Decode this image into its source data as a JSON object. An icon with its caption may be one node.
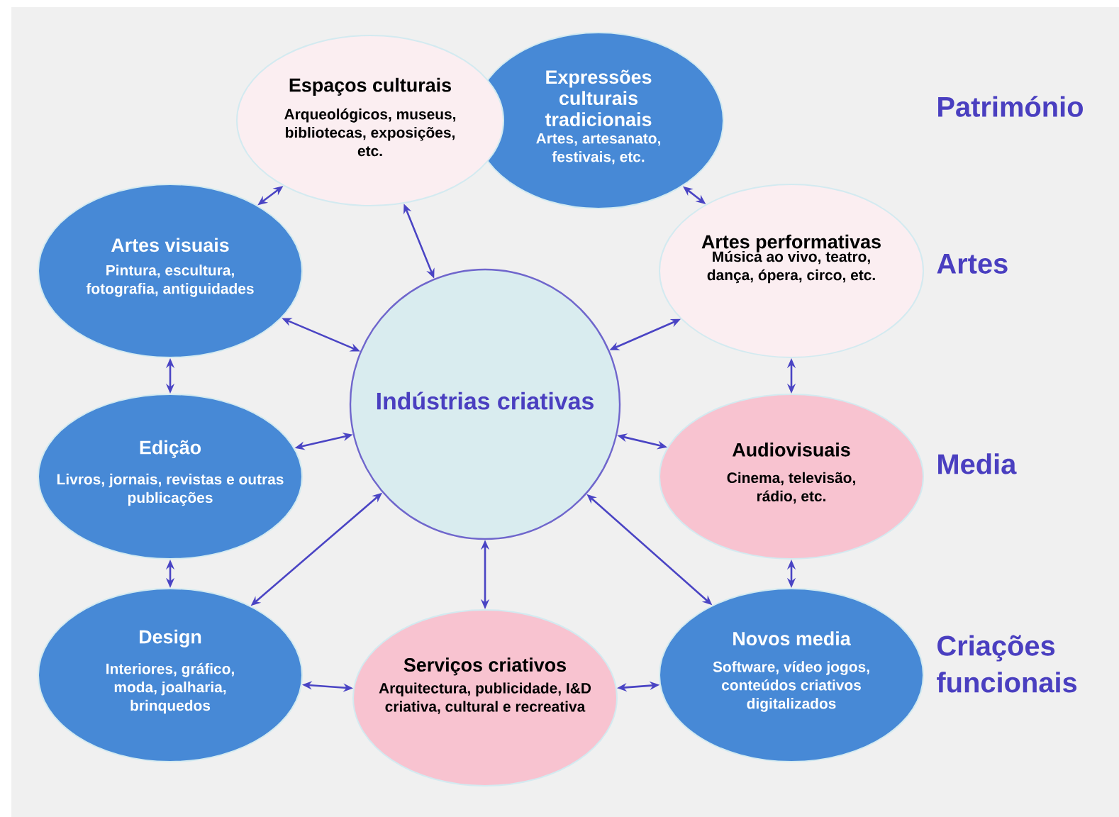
{
  "diagram": {
    "nodes": [
      {
        "text": [
          "Espaços culturais",
          "Arqueológicos, museus, bibliotecas, exposições, etc."
        ]
      },
      {
        "text": [
          "Expressões culturais tradicionais",
          "Artes, artesanato, festivais, etc."
        ]
      },
      {
        "text": [
          "Artes visuais",
          "Pintura, escultura, fotografia, antiguidades"
        ]
      },
      {
        "text": [
          "Artes performativas",
          "Música ao vivo, teatro, dança, ópera, circo, etc."
        ]
      },
      {
        "text": [
          "Indústrias criativas"
        ]
      },
      {
        "text": [
          "Edição",
          "Livros, jornais, revistas e outras publicações"
        ]
      },
      {
        "text": [
          "Audiovisuais",
          "Cinema, televisão, rádio, etc."
        ]
      },
      {
        "text": [
          "Design",
          "Interiores, gráfico, moda, joalharia, brinquedos"
        ]
      },
      {
        "text": [
          "Serviços criativos",
          "Arquitectura, publicidade, I&D criativa, cultural e recreativa"
        ]
      },
      {
        "text": [
          "Novos media",
          "Software, vídeo jogos, conteúdos criativos digitalizados"
        ]
      }
    ],
    "edges": [
      {
        "from": 0,
        "to": 2,
        "arrow": "both"
      },
      {
        "from": 1,
        "to": 3,
        "arrow": "both"
      },
      {
        "from": 0,
        "to": 4,
        "arrow": "both"
      },
      {
        "from": 2,
        "to": 4,
        "arrow": "both"
      },
      {
        "from": 3,
        "to": 4,
        "arrow": "both"
      },
      {
        "from": 2,
        "to": 5,
        "arrow": "both"
      },
      {
        "from": 5,
        "to": 4,
        "arrow": "both"
      },
      {
        "from": 3,
        "to": 6,
        "arrow": "both"
      },
      {
        "from": 6,
        "to": 4,
        "arrow": "both"
      },
      {
        "from": 5,
        "to": 7,
        "arrow": "both"
      },
      {
        "from": 7,
        "to": 4,
        "arrow": "both"
      },
      {
        "from": 4,
        "to": 8,
        "arrow": "both"
      },
      {
        "from": 4,
        "to": 9,
        "arrow": "both"
      },
      {
        "from": 6,
        "to": 9,
        "arrow": "both"
      },
      {
        "from": 7,
        "to": 8,
        "arrow": "both"
      },
      {
        "from": 8,
        "to": 9,
        "arrow": "both"
      }
    ],
    "labels": [
      "Património",
      "Artes",
      "Media",
      "Criações funcionais"
    ]
  }
}
